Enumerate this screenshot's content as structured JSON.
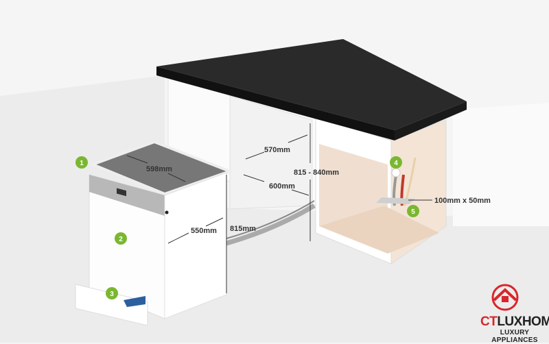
{
  "dimensions": {
    "top_width": "598mm",
    "depth": "550mm",
    "height": "815mm",
    "niche_width": "600mm",
    "niche_depth": "570mm",
    "niche_height": "815 - 840mm",
    "opening": "100mm x 50mm"
  },
  "markers": [
    "1",
    "2",
    "3",
    "4",
    "5"
  ],
  "logo": {
    "brand_ct": "CT",
    "brand_rest": "LUXHOME",
    "tagline": "LUXURY APPLIANCES"
  },
  "colors": {
    "badge": "#7ab730",
    "countertop": "#2a2a2a",
    "logo_red": "#d8262a",
    "cabinet_interior": "#f0dfd0"
  }
}
